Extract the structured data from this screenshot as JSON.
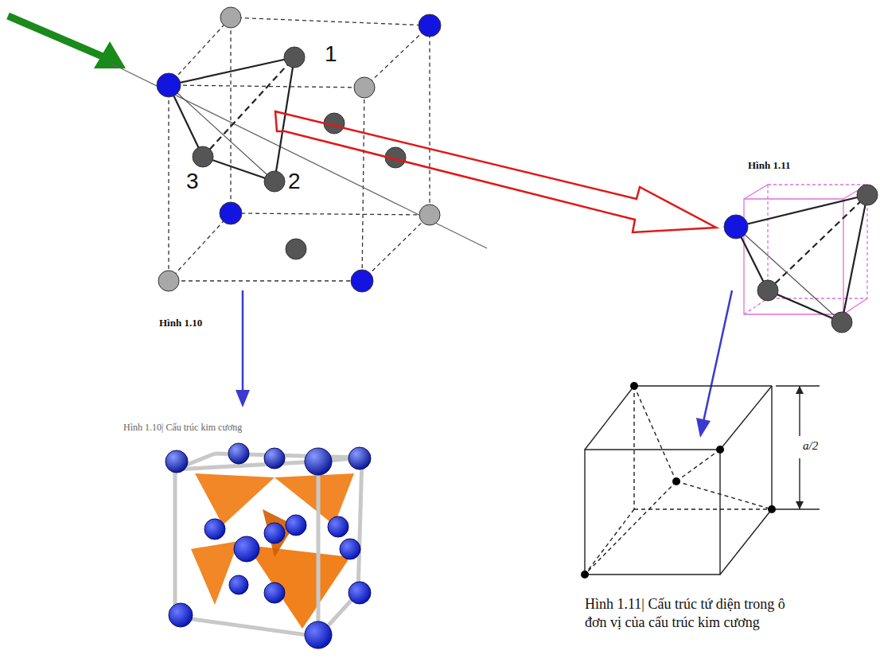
{
  "diagram": {
    "labels": [
      "1",
      "2",
      "3",
      "Hình 1.11",
      "Hình 1.10",
      "Hình 1.10| Cấu trúc kim cương",
      "a/2",
      "Hình 1.11| Cấu trúc tứ diện trong ô đơn vị của cấu trúc kim cương"
    ]
  }
}
